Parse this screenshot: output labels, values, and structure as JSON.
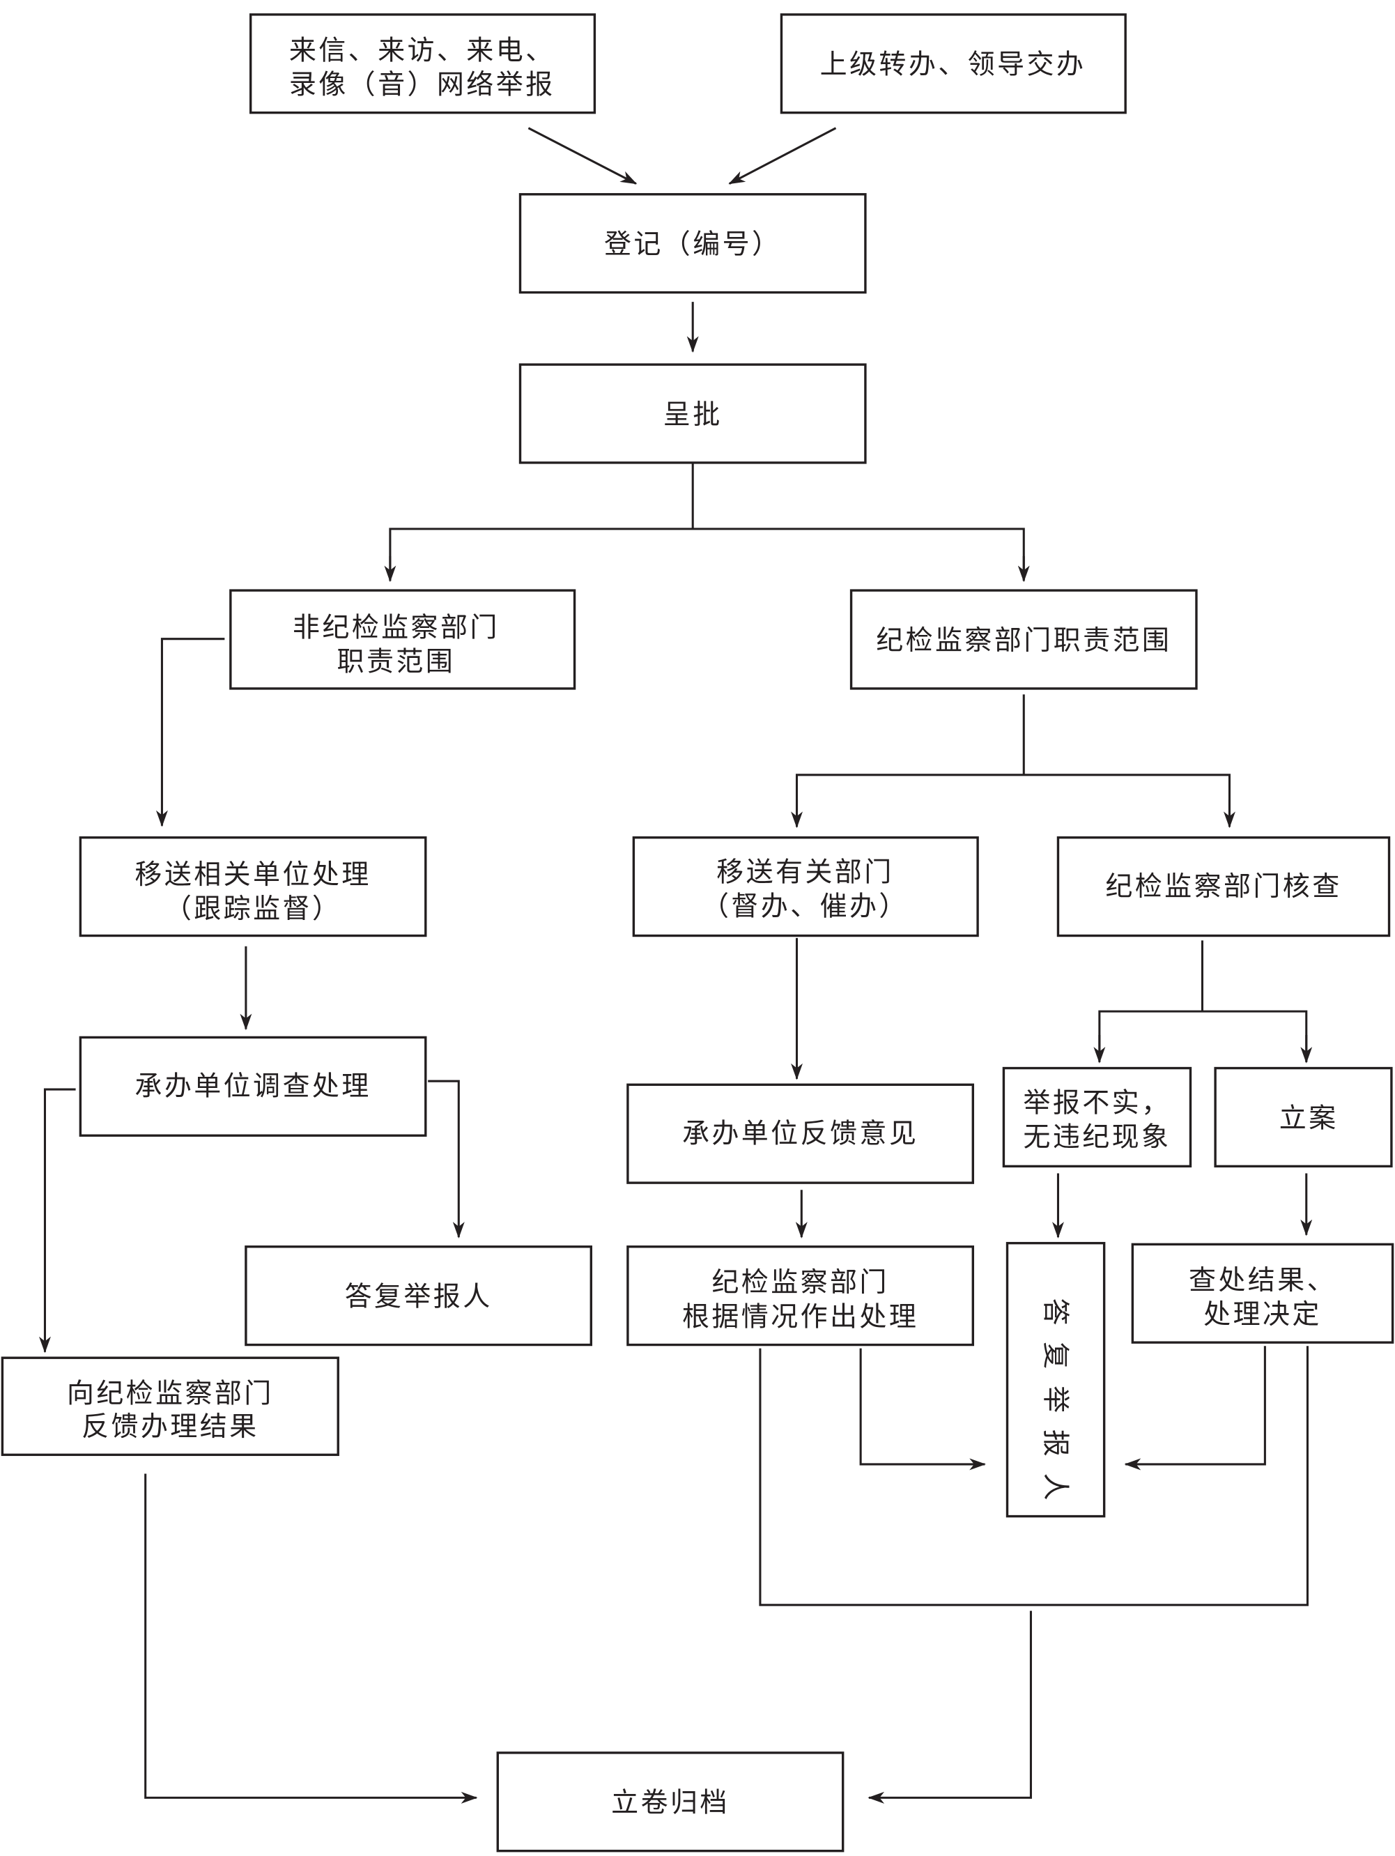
{
  "nodes": {
    "sources_letters": [
      "来信、来访、来电、",
      "录像（音）网络举报"
    ],
    "sources_superior": [
      "上级转办、领导交办"
    ],
    "register": [
      "登记（编号）"
    ],
    "submit_approval": [
      "呈批"
    ],
    "non_discipline_scope": [
      "非纪检监察部门",
      "职责范围"
    ],
    "discipline_scope": [
      "纪检监察部门职责范围"
    ],
    "transfer_units": [
      "移送相关单位处理",
      "（跟踪监督）"
    ],
    "transfer_departments": [
      "移送有关部门",
      "（督办、催办）"
    ],
    "discipline_verify": [
      "纪检监察部门核查"
    ],
    "undertaking_investigate": [
      "承办单位调查处理"
    ],
    "reply_reporter_left": [
      "答复举报人"
    ],
    "feedback_result": [
      "向纪检监察部门",
      "反馈办理结果"
    ],
    "undertaking_feedback": [
      "承办单位反馈意见"
    ],
    "discipline_handle": [
      "纪检监察部门",
      "根据情况作出处理"
    ],
    "report_untrue": [
      "举报不实，",
      "无违纪现象"
    ],
    "file_case": [
      "立案"
    ],
    "reply_reporter_vertical": [
      "答",
      "复",
      "举",
      "报",
      "人"
    ],
    "investigation_result": [
      "查处结果、",
      "处理决定"
    ],
    "archive": [
      "立卷归档"
    ]
  }
}
